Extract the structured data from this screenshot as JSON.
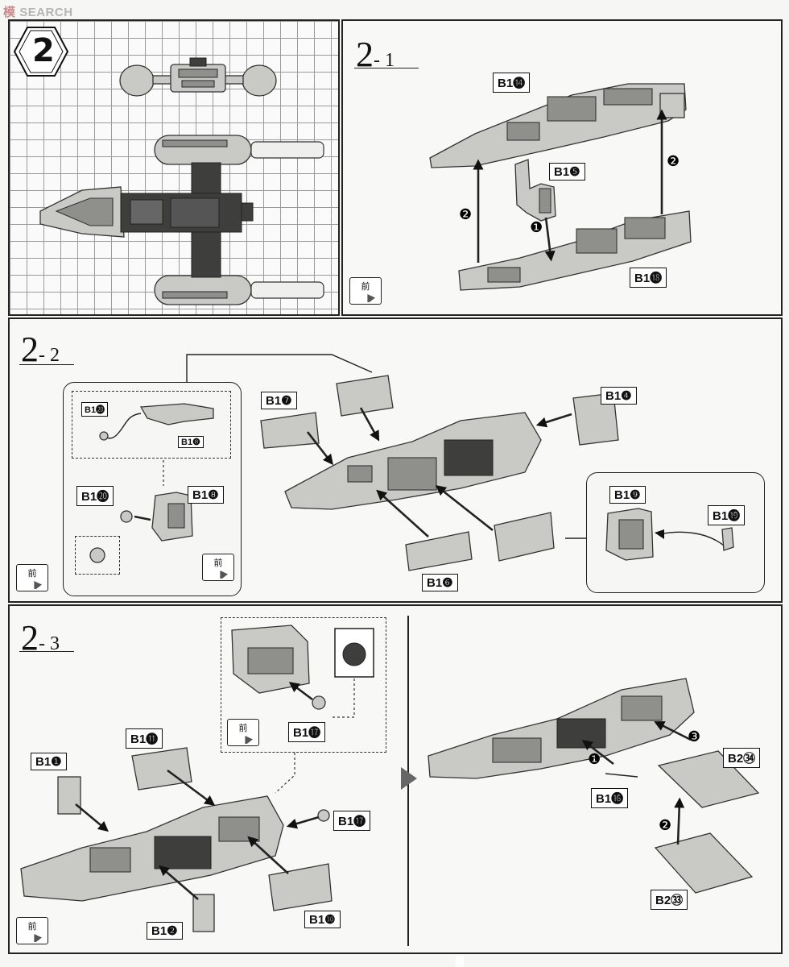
{
  "watermark": {
    "cn": "模",
    "en": "SEARCH"
  },
  "step2": {
    "number": "2"
  },
  "sub21": {
    "title": "2",
    "sub": "- 1",
    "labels": {
      "a": "B1⓮",
      "b": "B1❺",
      "c": "B1⓲"
    },
    "arrows": {
      "a": "❷",
      "b": "❷",
      "c": "❶"
    },
    "front": "前"
  },
  "sub22": {
    "title": "2",
    "sub": "- 2",
    "labels": {
      "b7": "B1❼",
      "b4": "B1❹",
      "b6": "B1❻",
      "b9": "B1❾",
      "b19": "B1⓳",
      "b20s": "B1⓴",
      "b8s": "B1❽",
      "b20": "B1⓴",
      "b8": "B1❽"
    },
    "front_a": "前",
    "front_b": "前"
  },
  "sub23": {
    "title": "2",
    "sub": "- 3",
    "labels": {
      "b1": "B1❶",
      "b11": "B1⓫",
      "b2": "B1❷",
      "b10": "B1❿",
      "b17a": "B1⓱",
      "b17b": "B1⓱",
      "b16": "B1⓰",
      "b234": "B2㉞",
      "b233": "B2㉝"
    },
    "arrows": {
      "a": "❶",
      "b": "❸",
      "c": "❷"
    },
    "front_a": "前",
    "front_b": "前"
  },
  "colors": {
    "line": "#222222",
    "part": "#c9c9c6",
    "dark": "#3e3e3c",
    "grid": "#9a9a9a"
  }
}
